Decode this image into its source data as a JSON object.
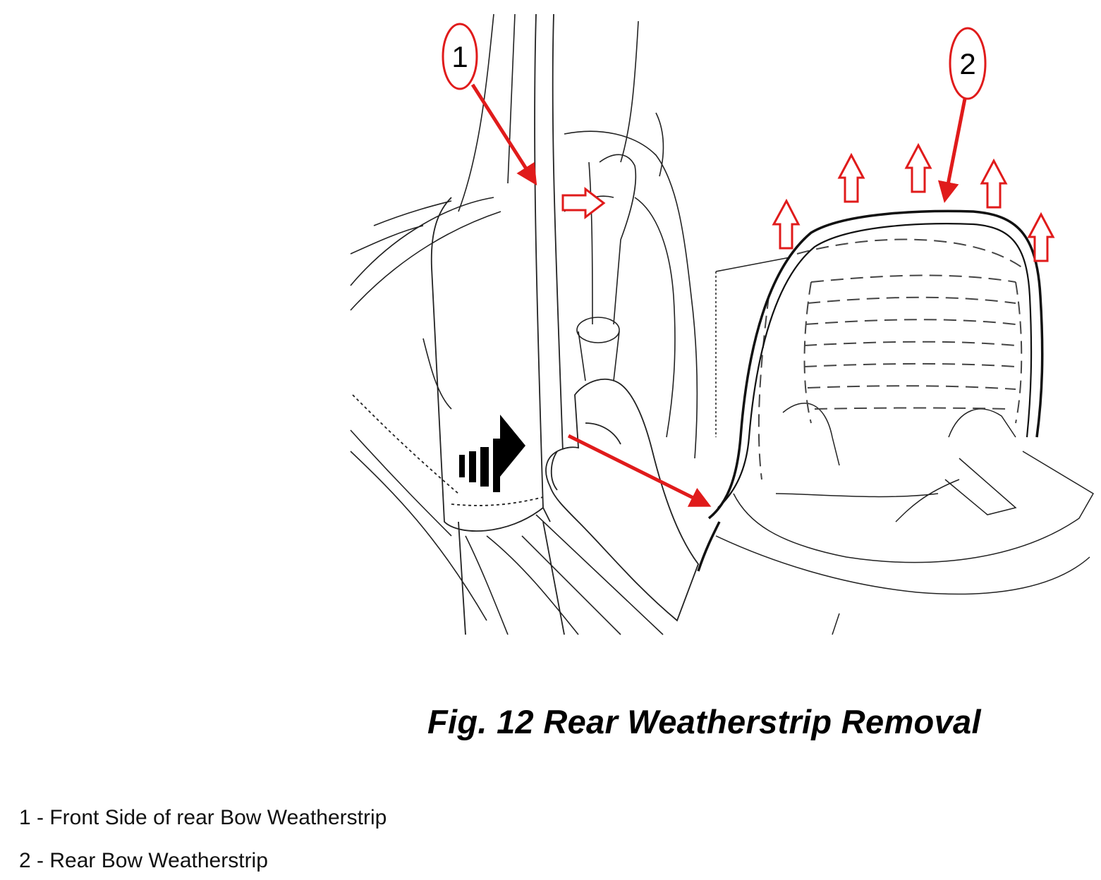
{
  "figure": {
    "title": "Fig. 12 Rear Weatherstrip Removal",
    "callouts": [
      {
        "label": "1"
      },
      {
        "label": "2"
      }
    ],
    "colors": {
      "callout_accent": "#e01b1b",
      "line_art": "#222222",
      "push_arrow": "#000000"
    }
  },
  "legend": {
    "items": [
      {
        "text": "1 - Front Side of rear Bow Weatherstrip"
      },
      {
        "text": "2 - Rear Bow Weatherstrip"
      }
    ]
  }
}
